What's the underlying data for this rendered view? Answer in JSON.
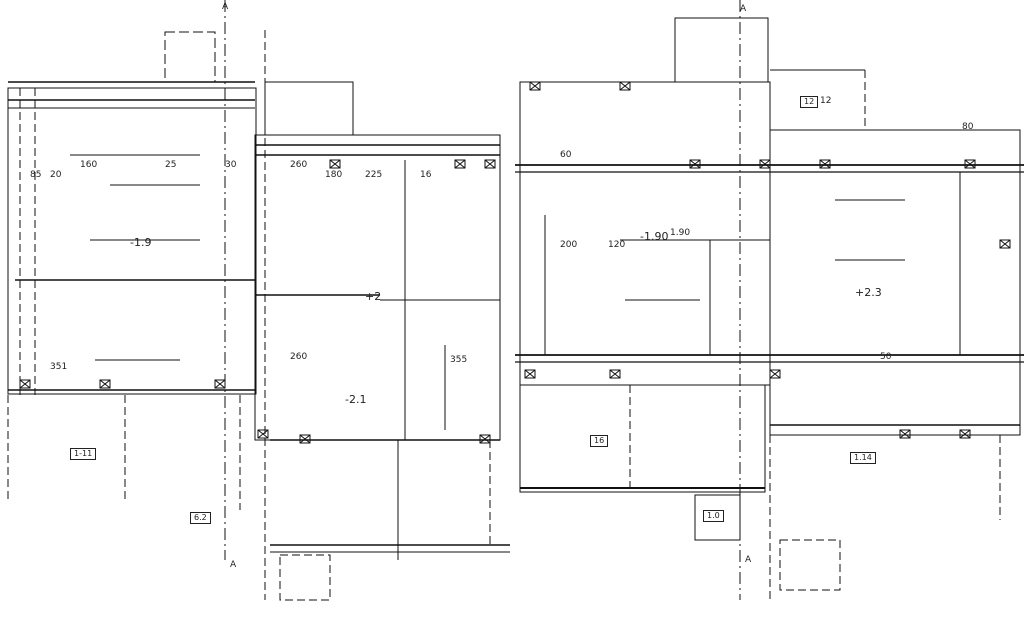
{
  "drawing": {
    "section_marks": [
      "A",
      "A",
      "A",
      "A"
    ],
    "dimensions": [
      "160",
      "85",
      "20",
      "25",
      "30",
      "260",
      "180",
      "225",
      "16",
      "200",
      "351",
      "355",
      "260",
      "120",
      "1.90",
      "60",
      "80",
      "12",
      "50"
    ],
    "levels": [
      "-1.9",
      "+2",
      "+2.3",
      "-1.90",
      "-2.1"
    ],
    "tags": [
      "1-11",
      "12",
      "16",
      "1.0",
      "6.2",
      "1.14"
    ]
  }
}
